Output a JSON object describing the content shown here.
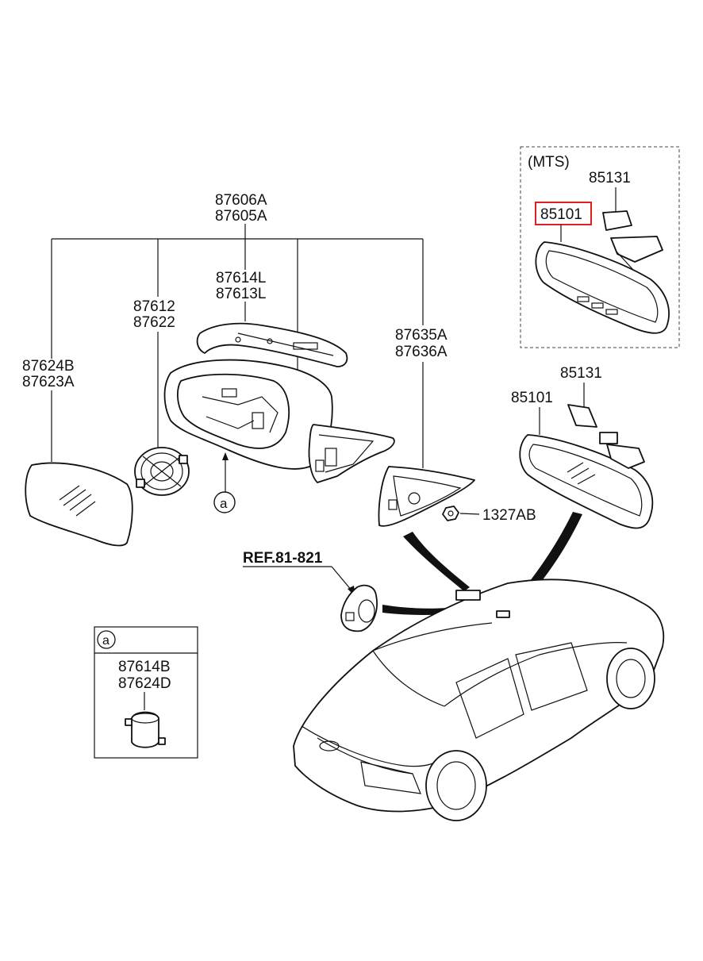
{
  "labels": {
    "mirror_assy_lh": "87606A",
    "mirror_assy_rh": "87605A",
    "scalp_cover_l": "87614L",
    "scalp_cover_l2": "87613L",
    "actuator_1": "87612",
    "actuator_2": "87622",
    "mirror_glass_1": "87624B",
    "mirror_glass_2": "87623A",
    "cover_1": "87635A",
    "cover_2": "87636A",
    "nut": "1327AB",
    "ref": "REF.81-821",
    "inner_mirror_1": "85101",
    "inner_mirror_bracket": "85131",
    "mts_title": "(MTS)",
    "mts_mirror": "85101",
    "mts_bracket": "85131",
    "detail_callout": "a",
    "detail_part_1": "87614B",
    "detail_part_2": "87624D",
    "callout_a": "a"
  },
  "colors": {
    "highlight": "#e02020",
    "line": "#111111"
  }
}
